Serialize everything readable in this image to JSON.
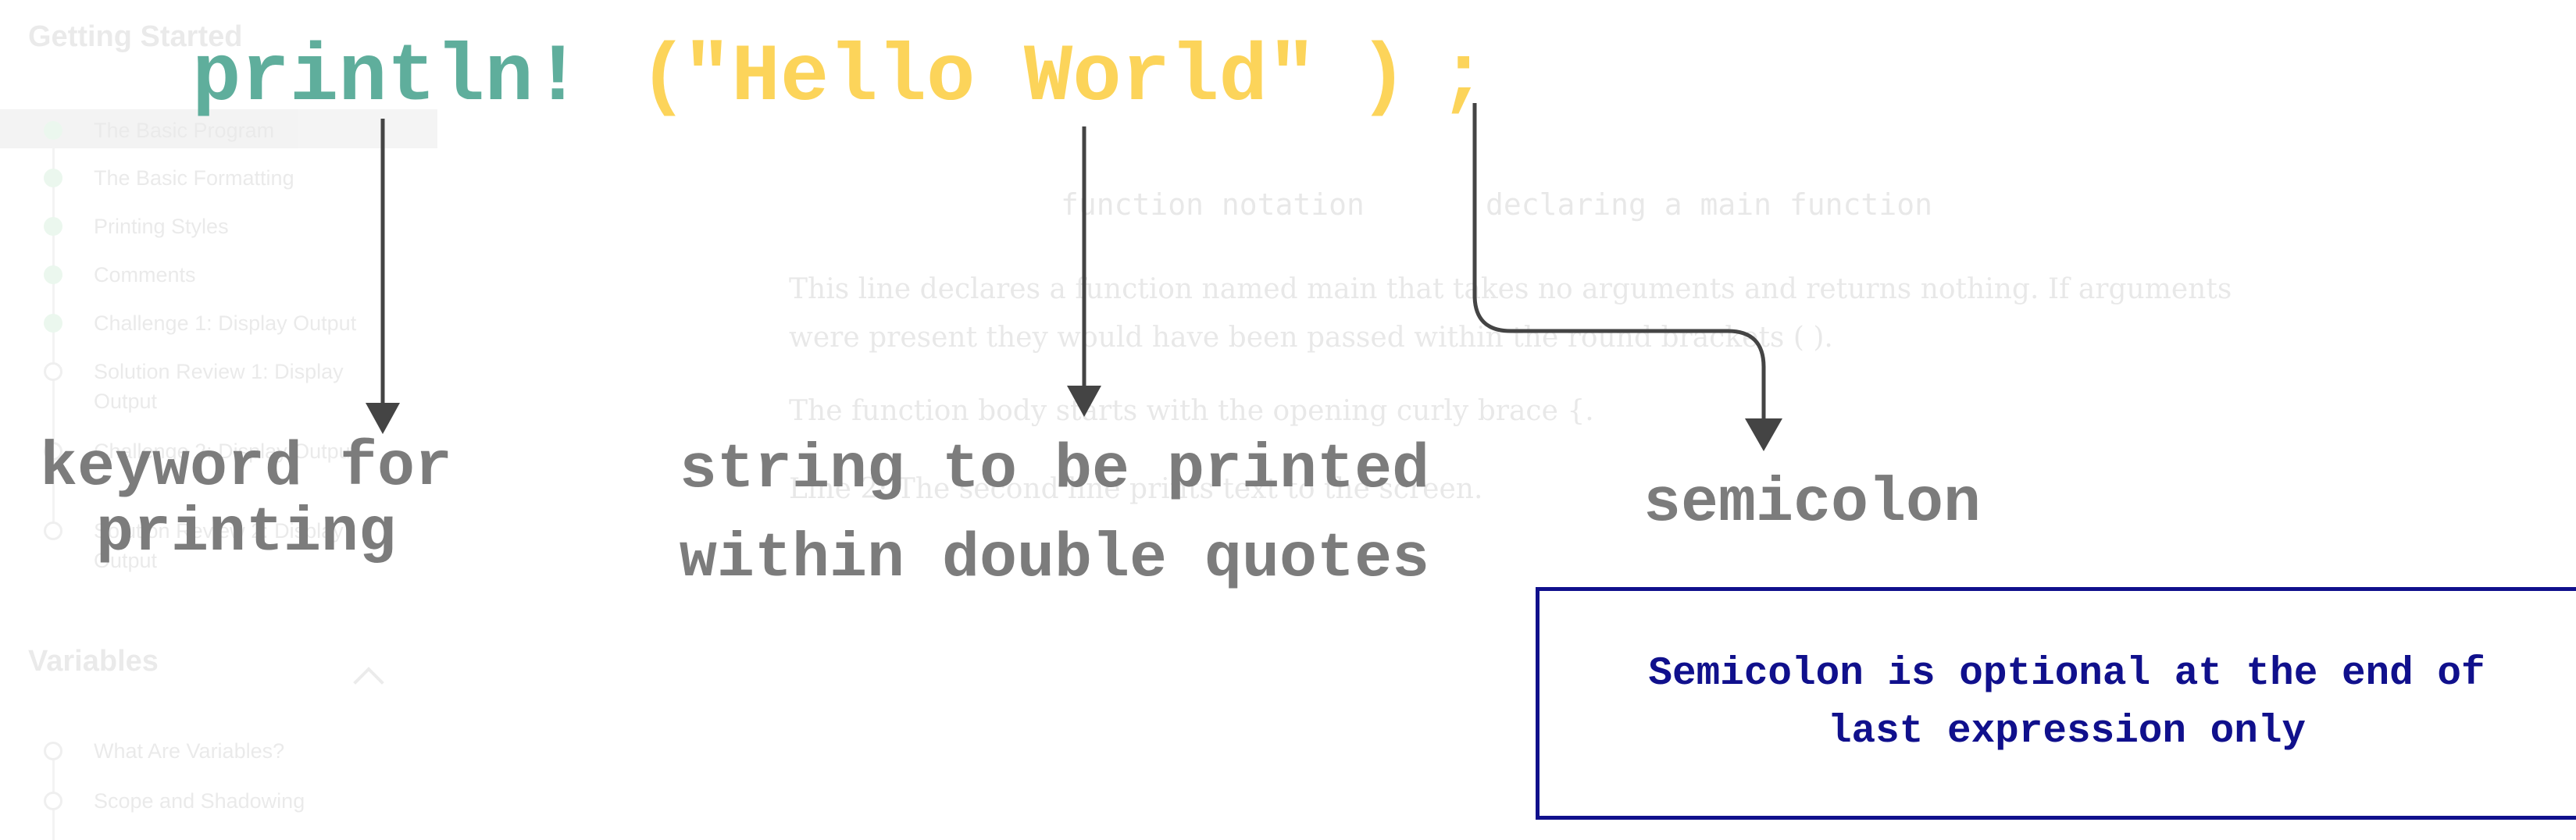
{
  "code": {
    "keyword": "println!",
    "open_paren": "(",
    "string": "\"Hello World\"",
    "close_paren": ")",
    "semicolon": ";",
    "keyword_color": "#5fae9c",
    "string_color": "#fcd45a"
  },
  "labels": {
    "keyword": "keyword for\nprinting",
    "string": "string to be printed\nwithin double quotes",
    "semicolon": "semicolon"
  },
  "note": {
    "text": "Semicolon is optional at the end of\nlast expression only",
    "border_color": "#10108c"
  },
  "background": {
    "sidebar": {
      "section1_title": "Getting Started",
      "section1_items": [
        "The Basic Program",
        "The Basic Formatting",
        "Printing Styles",
        "Comments",
        "Challenge 1: Display Output",
        "Solution Review 1: Display Output",
        "Challenge 2: Display Output",
        "Solution Review 2: Display Output"
      ],
      "section2_title": "Variables",
      "section2_items": [
        "What Are Variables?",
        "Scope and Shadowing"
      ]
    },
    "code_notes": [
      "function notation",
      "declaring a main function"
    ],
    "paragraphs": [
      "This line declares a function named main that takes no arguments and returns nothing. If arguments were present they would have been passed within the round brackets ( ).",
      "The function body starts with the opening curly brace {.",
      "Line 2: The second line prints text to the screen."
    ]
  }
}
